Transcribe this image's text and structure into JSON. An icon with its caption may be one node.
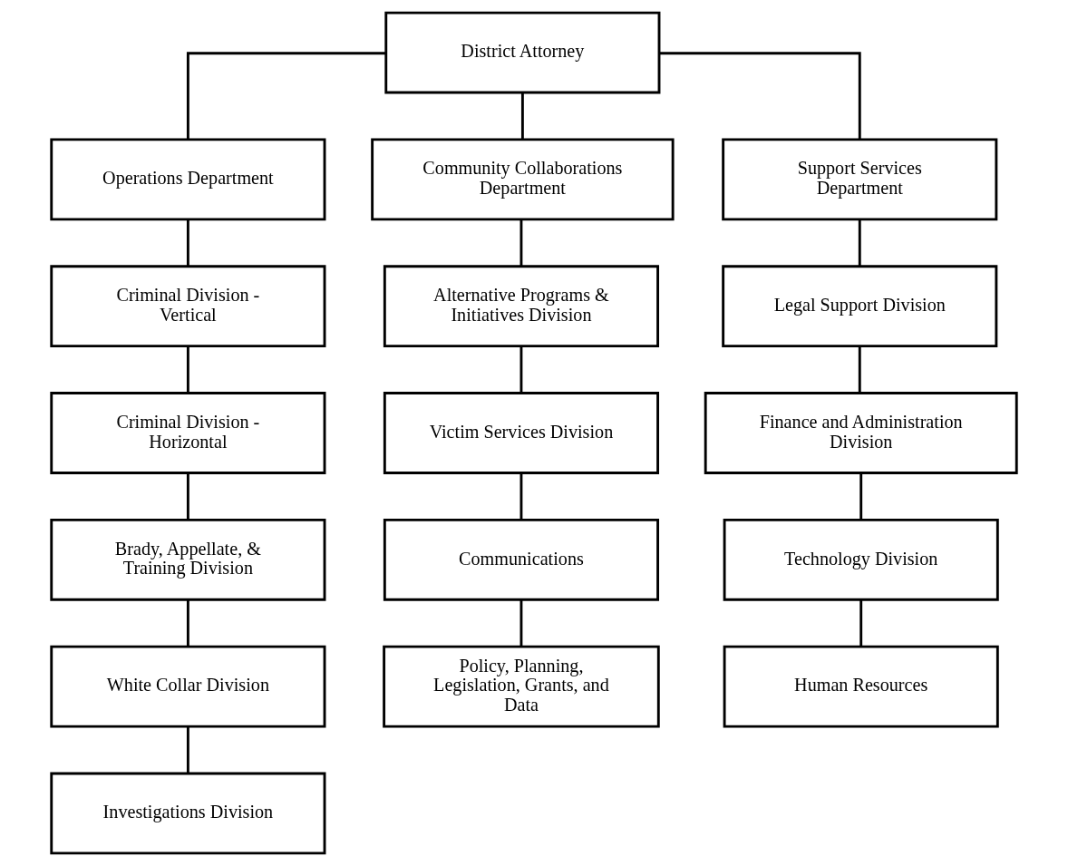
{
  "diagram": {
    "nodes": [
      {
        "text": [
          "District Attorney"
        ]
      },
      {
        "text": [
          "Operations Department"
        ]
      },
      {
        "text": [
          "Community Collaborations Department"
        ]
      },
      {
        "text": [
          "Support Services Department"
        ]
      },
      {
        "text": [
          "Criminal Division - Vertical"
        ]
      },
      {
        "text": [
          "Alternative Programs & Initiatives Division"
        ]
      },
      {
        "text": [
          "Legal Support Division"
        ]
      },
      {
        "text": [
          "Criminal Division - Horizontal"
        ]
      },
      {
        "text": [
          "Victim Services Division"
        ]
      },
      {
        "text": [
          "Finance and Administration Division"
        ]
      },
      {
        "text": [
          "Brady, Appellate, & Training Division"
        ]
      },
      {
        "text": [
          "Communications"
        ]
      },
      {
        "text": [
          "Technology Division"
        ]
      },
      {
        "text": [
          "White Collar Division"
        ]
      },
      {
        "text": [
          "Policy, Planning, Legislation, Grants, and Data"
        ]
      },
      {
        "text": [
          "Human Resources"
        ]
      },
      {
        "text": [
          "Investigations Division"
        ]
      }
    ],
    "edges": [
      {
        "from": 0,
        "to": 1,
        "arrow": "none"
      },
      {
        "from": 0,
        "to": 2,
        "arrow": "none"
      },
      {
        "from": 0,
        "to": 3,
        "arrow": "none"
      },
      {
        "from": 1,
        "to": 4,
        "arrow": "none"
      },
      {
        "from": 4,
        "to": 7,
        "arrow": "none"
      },
      {
        "from": 7,
        "to": 10,
        "arrow": "none"
      },
      {
        "from": 10,
        "to": 13,
        "arrow": "none"
      },
      {
        "from": 13,
        "to": 16,
        "arrow": "none"
      },
      {
        "from": 2,
        "to": 5,
        "arrow": "none"
      },
      {
        "from": 5,
        "to": 8,
        "arrow": "none"
      },
      {
        "from": 8,
        "to": 11,
        "arrow": "none"
      },
      {
        "from": 11,
        "to": 14,
        "arrow": "none"
      },
      {
        "from": 3,
        "to": 6,
        "arrow": "none"
      },
      {
        "from": 6,
        "to": 9,
        "arrow": "none"
      },
      {
        "from": 9,
        "to": 12,
        "arrow": "none"
      },
      {
        "from": 12,
        "to": 15,
        "arrow": "none"
      }
    ]
  }
}
